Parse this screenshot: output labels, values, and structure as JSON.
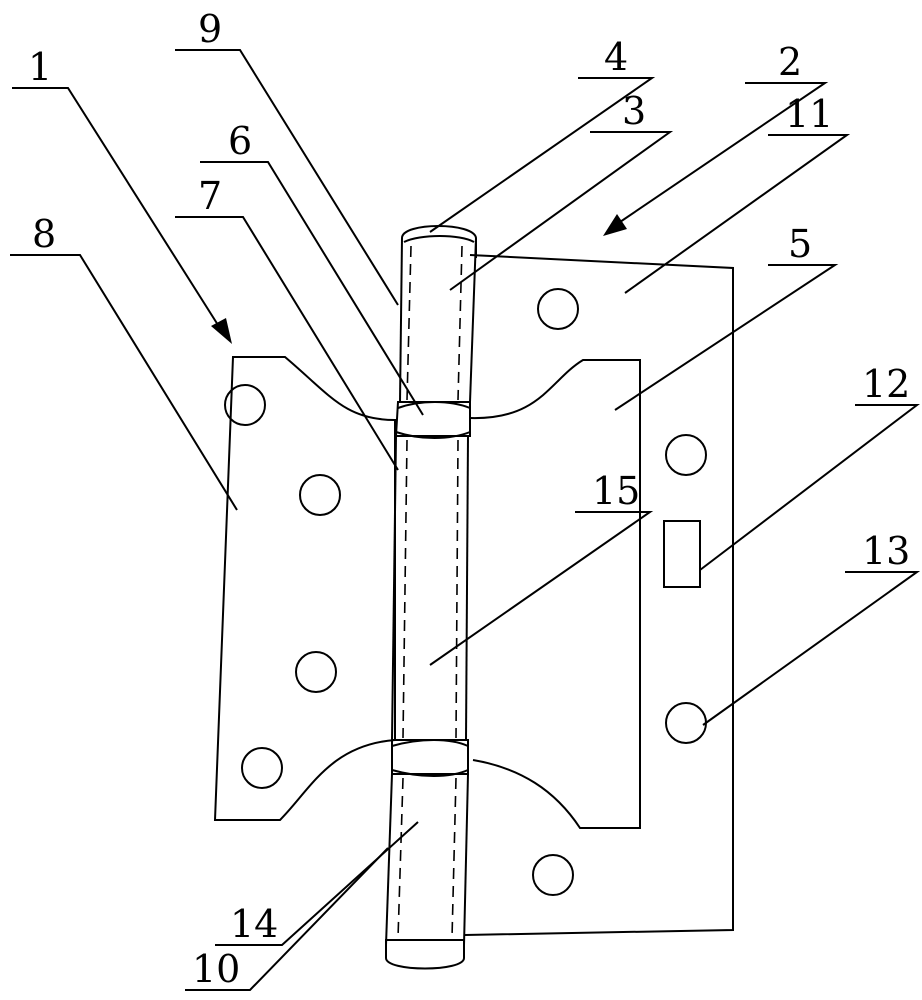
{
  "figure": {
    "labels": {
      "l1": "1",
      "l2": "2",
      "l3": "3",
      "l4": "4",
      "l5": "5",
      "l6": "6",
      "l7": "7",
      "l8": "8",
      "l9": "9",
      "l10": "10",
      "l11": "11",
      "l12": "12",
      "l13": "13",
      "l14": "14",
      "l15": "15"
    }
  }
}
